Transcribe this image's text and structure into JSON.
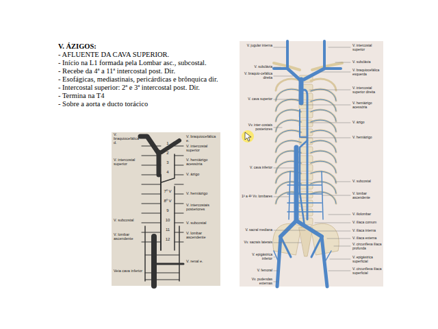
{
  "diagram": {
    "title": "V. ÁZIGOS:",
    "labels": [
      "- AFLUENTE DA CAVA SUPERIOR.",
      "- Início na L1 formada pela Lombar asc., subcostal.",
      "- Recebe da 4ª a 11ª intercostal post. Dir.",
      "- Esofágicas, mediastinais, pericárdicas e brônquica dir.",
      "- Intercostal superior: 2ª e 3ª intercostal post. Dir.",
      "- Termina na T4",
      "- Sobre a aorta e ducto torácico",
      "V. braquiocefálica d.",
      "V. braquiocefálica e.",
      "V. intercostal superior",
      "V. intercostal superior",
      "V. hemiázigo acessória",
      "V. ázigo",
      "V. hemiázigo",
      "V. intercostais posteriores",
      "V. subcostal",
      "V. lombar ascendente",
      "V. subcostal",
      "V. lombar ascendente",
      "Veia cava inferior",
      "V. renal e.",
      "1",
      "2",
      "3",
      "4",
      "7º V",
      "8º V",
      "9",
      "10",
      "11",
      "12",
      "V. jugular interna",
      "V. subclávia",
      "V. braquio-cefálica direita",
      "V. cava superior",
      "Vv. inter-costais posteriores",
      "V. cava inferior",
      "1ª a 4ª Vv. lombares",
      "V. sacral mediana",
      "Vv. sacrais laterais",
      "V. epigástrica inferior",
      "V. femoral",
      "Vv. pudendas externas",
      "V. intercostal superior",
      "V. subclávia",
      "V. braquiocefálica esquerda",
      "V. intercostal superior direita",
      "V. hemiázigo acessória",
      "V. ázigo",
      "V. hemiázigo",
      "V. subcostal",
      "V. lombar ascendente",
      "V. iliolombar",
      "V. ilíaca comum",
      "V. ilíaca interna",
      "V. ilíaca externa",
      "V. circunflexa ilíaca profunda",
      "V. epigástrica superficial",
      "V. circunflexa ilíaca superficial"
    ]
  }
}
